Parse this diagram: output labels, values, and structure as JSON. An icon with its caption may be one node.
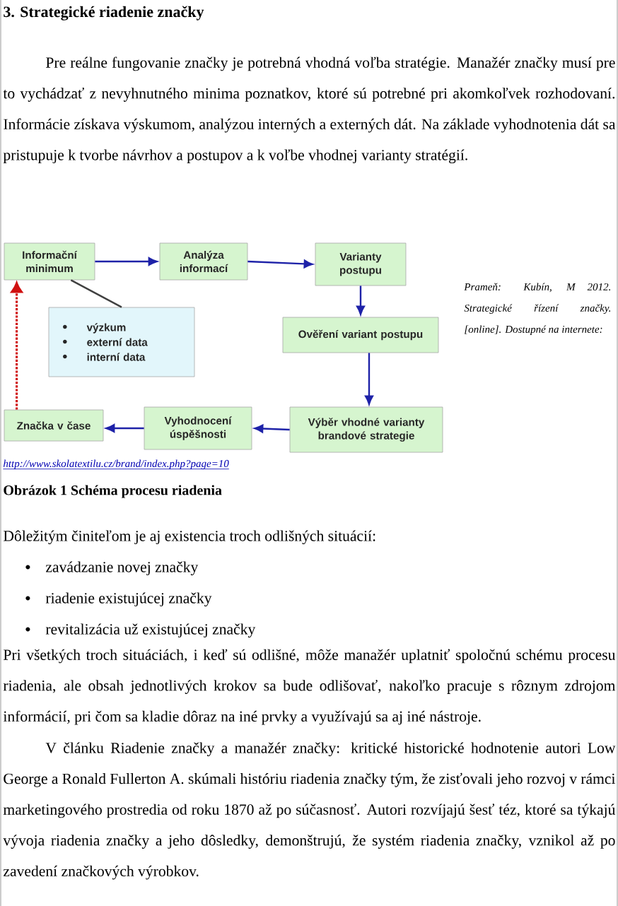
{
  "diagram": {
    "title": "3. Strategické riadenie značky",
    "caption": "Obrázok 1 Schéma procesu riadenia",
    "nodes": [
      {
        "text": [
          "Informační minimum"
        ]
      },
      {
        "text": [
          "Analýza informací"
        ]
      },
      {
        "text": [
          "Varianty postupu"
        ]
      },
      {
        "text": [
          "Ověření variant postupu"
        ]
      },
      {
        "text": [
          "Výběr vhodné varianty brandové strategie"
        ]
      },
      {
        "text": [
          "Vyhodnocení úspěšnosti"
        ]
      },
      {
        "text": [
          "Značka v čase"
        ]
      },
      {
        "text": [
          "výzkum",
          "externí data",
          "interní data"
        ]
      }
    ],
    "edges": [
      {
        "from": 0,
        "to": 1,
        "arrow": "to"
      },
      {
        "from": 1,
        "to": 2,
        "arrow": "to"
      },
      {
        "from": 2,
        "to": 3,
        "arrow": "to"
      },
      {
        "from": 3,
        "to": 4,
        "arrow": "to"
      },
      {
        "from": 4,
        "to": 5,
        "arrow": "to"
      },
      {
        "from": 5,
        "to": 6,
        "arrow": "to"
      },
      {
        "from": 6,
        "to": 0,
        "arrow": "to",
        "style": "dashed",
        "color": "#d01010"
      },
      {
        "from": 0,
        "to": 7,
        "arrow": "none",
        "color": "#404040"
      }
    ],
    "labels": [
      "Pre reálne fungovanie značky je potrebná vhodná voľba stratégie. Manažér značky musí pre to vychádzať z nevyhnutného minima poznatkov, ktoré sú potrebné pri akomkoľvek rozhodovaní. Informácie získava výskumom, analýzou interných a externých dát. Na základe vyhodnotenia dát sa pristupuje k tvorbe návrhov a postupov a k voľbe vhodnej varianty stratégií.",
      "Prameň: Kubín, M 2012. Strategické řízení značky. [online]. Dostupné na internete:",
      "http://www.skolatextilu.cz/brand/index.php?page=10",
      "Dôležitým činiteľom je aj existencia troch odlišných situácií:",
      "zavádzanie novej značky",
      "riadenie existujúcej značky",
      "revitalizácia už existujúcej značky",
      "Pri všetkých troch situáciách, i keď sú odlišné, môže manažér uplatniť spoločnú schému procesu riadenia, ale obsah jednotlivých krokov sa bude odlišovať, nakoľko pracuje s rôznym zdrojom informácií, pri čom sa kladie dôraz na iné prvky a využívajú sa aj iné nástroje.",
      "V článku Riadenie značky a manažér značky: kritické historické hodnotenie autori Low George a Ronald Fullerton A. skúmali históriu riadenia značky tým, že zisťovali jeho rozvoj v rámci marketingového prostredia od roku 1870 až po súčasnosť. Autori rozvíjajú šesť téz, ktoré sa týkajú vývoja riadenia značky a jeho dôsledky, demonštrujú, že systém riadenia značky, vznikol až po zavedení značkových výrobkov."
    ]
  }
}
